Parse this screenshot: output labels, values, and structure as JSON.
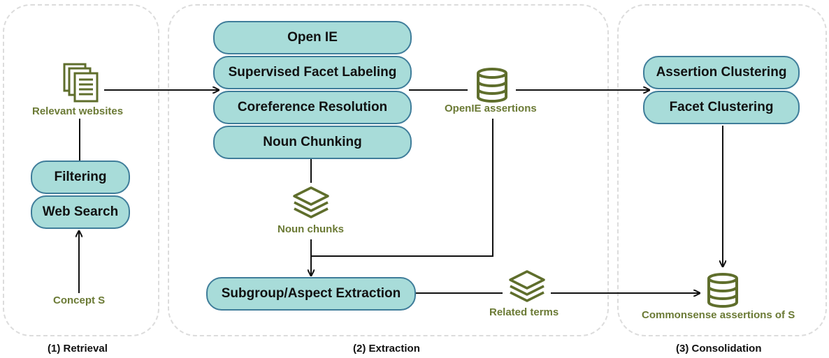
{
  "panels": {
    "retrieval": {
      "caption": "(1) Retrieval"
    },
    "extraction": {
      "caption": "(2) Extraction"
    },
    "consolidation": {
      "caption": "(3) Consolidation"
    }
  },
  "retrieval": {
    "filtering": "Filtering",
    "web_search": "Web Search",
    "relevant_websites": "Relevant websites",
    "concept": "Concept S"
  },
  "extraction": {
    "open_ie": "Open IE",
    "supervised_facet_labeling": "Supervised Facet Labeling",
    "coreference_resolution": "Coreference Resolution",
    "noun_chunking": "Noun Chunking",
    "noun_chunks": "Noun chunks",
    "openie_assertions": "OpenIE assertions",
    "subgroup_aspect_extraction": "Subgroup/Aspect Extraction",
    "related_terms": "Related terms"
  },
  "consolidation": {
    "assertion_clustering": "Assertion Clustering",
    "facet_clustering": "Facet Clustering",
    "commonsense_assertions": "Commonsense assertions of S"
  },
  "colors": {
    "pill_fill": "#a8dcd9",
    "pill_border": "#3f7d9a",
    "icon_olive": "#5f6e2c",
    "label_olive": "#6b7a35",
    "panel_border": "#dcdcdc"
  },
  "icons": {
    "documents": "documents-icon",
    "database": "database-icon",
    "layers": "layers-icon"
  }
}
